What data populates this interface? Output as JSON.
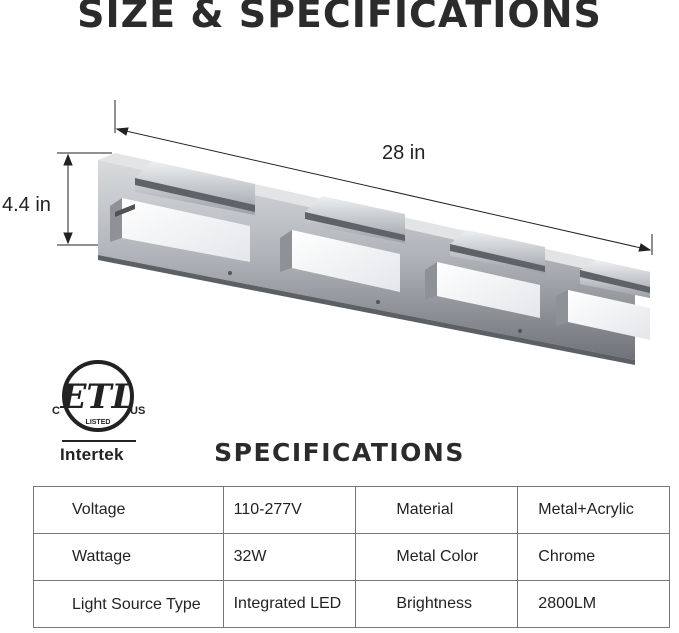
{
  "header": {
    "title": "SIZE & SPECIFICATIONS"
  },
  "dimensions": {
    "width": "28 in",
    "height": "4.4 in"
  },
  "certification": {
    "mark": "ETL",
    "left": "C",
    "right": "US",
    "listed": "LISTED",
    "company": "Intertek"
  },
  "specs": {
    "title": "SPECIFICATIONS",
    "rows": [
      {
        "k1": "Voltage",
        "v1": "110-277V",
        "k2": "Material",
        "v2": "Metal+Acrylic"
      },
      {
        "k1": "Wattage",
        "v1": "32W",
        "k2": "Metal Color",
        "v2": "Chrome"
      },
      {
        "k1": "Light Source Type",
        "v1": "Integrated LED",
        "k2": "Brightness",
        "v2": "2800LM"
      }
    ]
  },
  "colors": {
    "chrome": "#b9bcc0",
    "chrome_dark": "#7d8187",
    "diffuser": "#f7f8fa",
    "text": "#2b2b2b"
  }
}
